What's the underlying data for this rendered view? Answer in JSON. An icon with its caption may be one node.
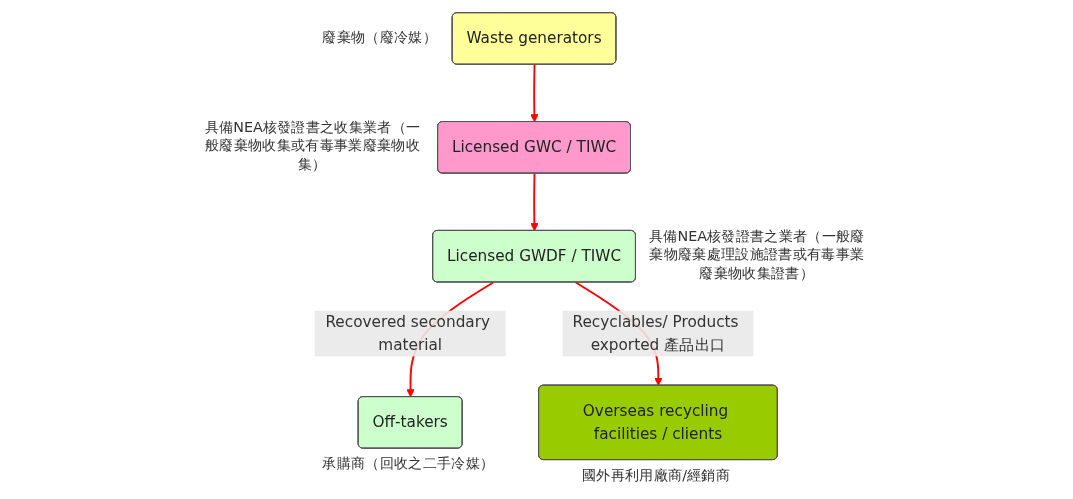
{
  "diagram": {
    "nodes": [
      {
        "text": [
          "Waste generators"
        ],
        "beside": [
          "廢棄物（廢冷媒）"
        ]
      },
      {
        "text": [
          "Licensed GWC / TIWC"
        ],
        "beside": [
          "具備NEA核發證書之收集業者（一般廢棄物收集或有毒事業廢棄物收集）"
        ]
      },
      {
        "text": [
          "Licensed GWDF / TIWC"
        ],
        "beside": [
          "具備NEA核發證書之業者（一般廢棄物廢棄處理設施證書或有毒事業廢棄物收集證書）"
        ]
      },
      {
        "text": [
          "Off-takers"
        ],
        "beside": [
          "承購商（回收之二手冷媒）"
        ]
      },
      {
        "text": [
          "Overseas recycling facilities / clients"
        ],
        "beside": [
          "國外再利用廠商/經銷商"
        ]
      }
    ],
    "edges": [
      {
        "from": 0,
        "to": 1,
        "arrow": "to"
      },
      {
        "from": 1,
        "to": 2,
        "arrow": "to"
      },
      {
        "from": 2,
        "to": 3,
        "arrow": "to",
        "label": "Recovered secondary material"
      },
      {
        "from": 2,
        "to": 4,
        "arrow": "to",
        "label": "Recyclables/ Products exported 產品出口"
      }
    ]
  }
}
